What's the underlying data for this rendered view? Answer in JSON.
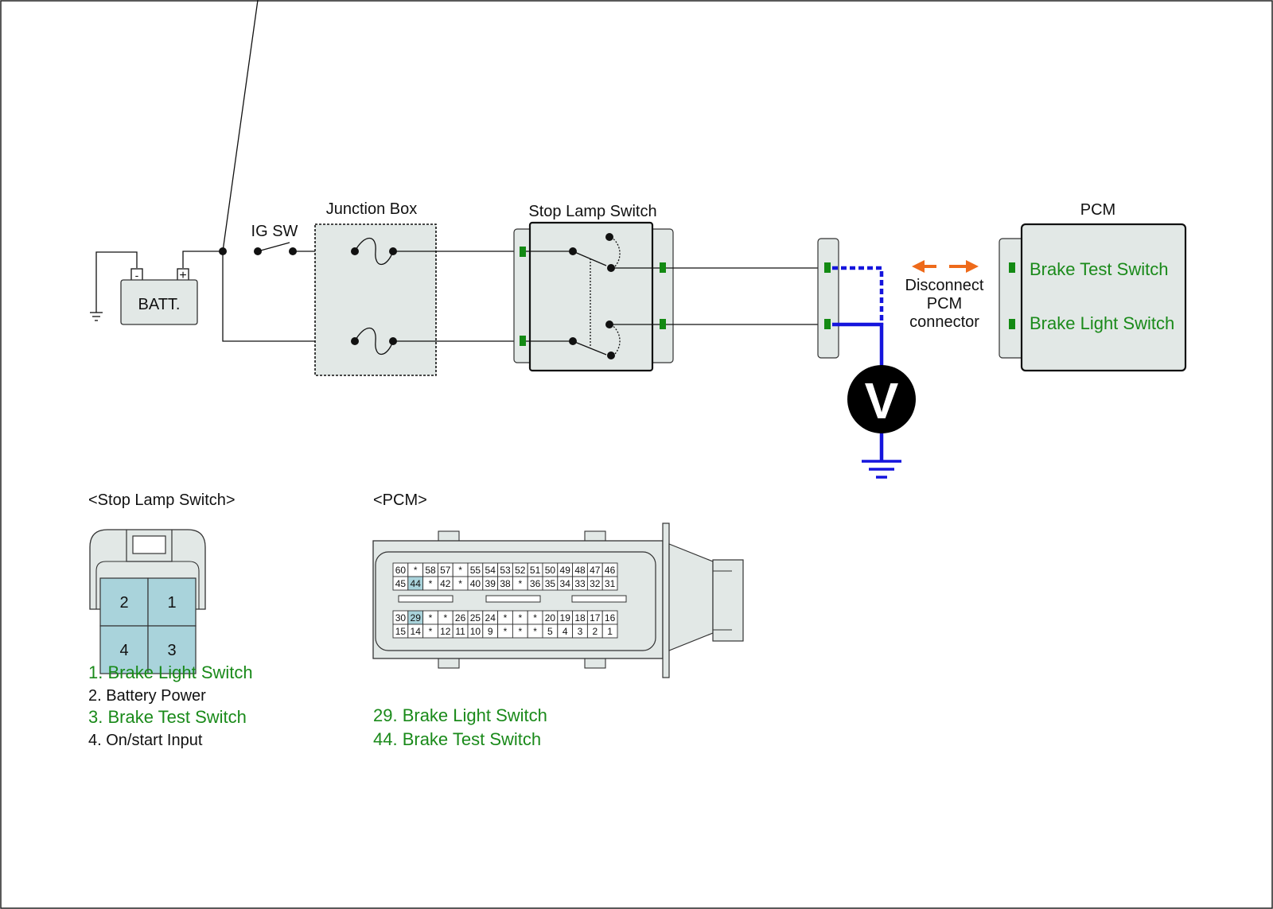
{
  "colors": {
    "wire": "#111111",
    "probe": "#1515dd",
    "green": "#1a8a1a",
    "green_pin": "#138a13",
    "orange": "#ee6a1a",
    "box_fill": "#e2e8e6",
    "highlight": "#a9d3db"
  },
  "labels": {
    "junction_box": "Junction Box",
    "ig_sw": "IG SW",
    "battery": "BATT.",
    "battery_minus": "-",
    "battery_plus": "+",
    "stop_lamp_switch": "Stop Lamp Switch",
    "pcm": "PCM",
    "pcm_pin_brake_test": "Brake Test Switch",
    "pcm_pin_brake_light": "Brake Light Switch",
    "disconnect_line1": "Disconnect",
    "disconnect_line2": "PCM",
    "disconnect_line3": "connector",
    "voltmeter": "V"
  },
  "stop_lamp_connector": {
    "title": "<Stop Lamp Switch>",
    "pins": [
      "2",
      "1",
      "4",
      "3"
    ],
    "legend": [
      {
        "text": "1. Brake Light Switch",
        "highlight": true
      },
      {
        "text": "2. Battery Power",
        "highlight": false
      },
      {
        "text": "3. Brake Test Switch",
        "highlight": true
      },
      {
        "text": "4. On/start Input",
        "highlight": false
      }
    ]
  },
  "pcm_connector": {
    "title": "<PCM>",
    "upper_rows": [
      [
        "60",
        "*",
        "58",
        "57",
        "*",
        "55",
        "54",
        "53",
        "52",
        "51",
        "50",
        "49",
        "48",
        "47",
        "46"
      ],
      [
        "45",
        "44",
        "*",
        "42",
        "*",
        "40",
        "39",
        "38",
        "*",
        "36",
        "35",
        "34",
        "33",
        "32",
        "31"
      ]
    ],
    "lower_rows": [
      [
        "30",
        "29",
        "*",
        "*",
        "26",
        "25",
        "24",
        "*",
        "*",
        "*",
        "20",
        "19",
        "18",
        "17",
        "16"
      ],
      [
        "15",
        "14",
        "*",
        "12",
        "11",
        "10",
        "9",
        "*",
        "*",
        "*",
        "5",
        "4",
        "3",
        "2",
        "1"
      ]
    ],
    "highlighted_pins": [
      "44",
      "29"
    ],
    "legend": [
      {
        "text": "29. Brake Light Switch"
      },
      {
        "text": "44. Brake Test Switch"
      }
    ]
  }
}
